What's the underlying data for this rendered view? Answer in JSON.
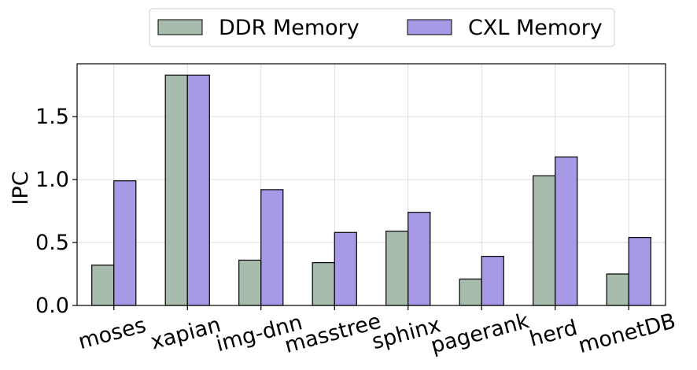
{
  "chart_data": {
    "type": "bar",
    "title": "",
    "xlabel": "",
    "ylabel": "IPC",
    "ylim": [
      0,
      1.92
    ],
    "yticks": [
      "0.0",
      "0.5",
      "1.0",
      "1.5"
    ],
    "grid": true,
    "legend_position": "top-center",
    "categories": [
      "moses",
      "xapian",
      "img-dnn",
      "masstree",
      "sphinx",
      "pagerank",
      "herd",
      "monetDB"
    ],
    "series": [
      {
        "name": "DDR Memory",
        "color": "#a8bcad",
        "values": [
          0.32,
          1.83,
          0.36,
          0.34,
          0.59,
          0.21,
          1.03,
          0.25
        ]
      },
      {
        "name": "CXL Memory",
        "color": "#a899e6",
        "values": [
          0.99,
          1.83,
          0.92,
          0.58,
          0.74,
          0.39,
          1.18,
          0.54
        ]
      }
    ]
  }
}
